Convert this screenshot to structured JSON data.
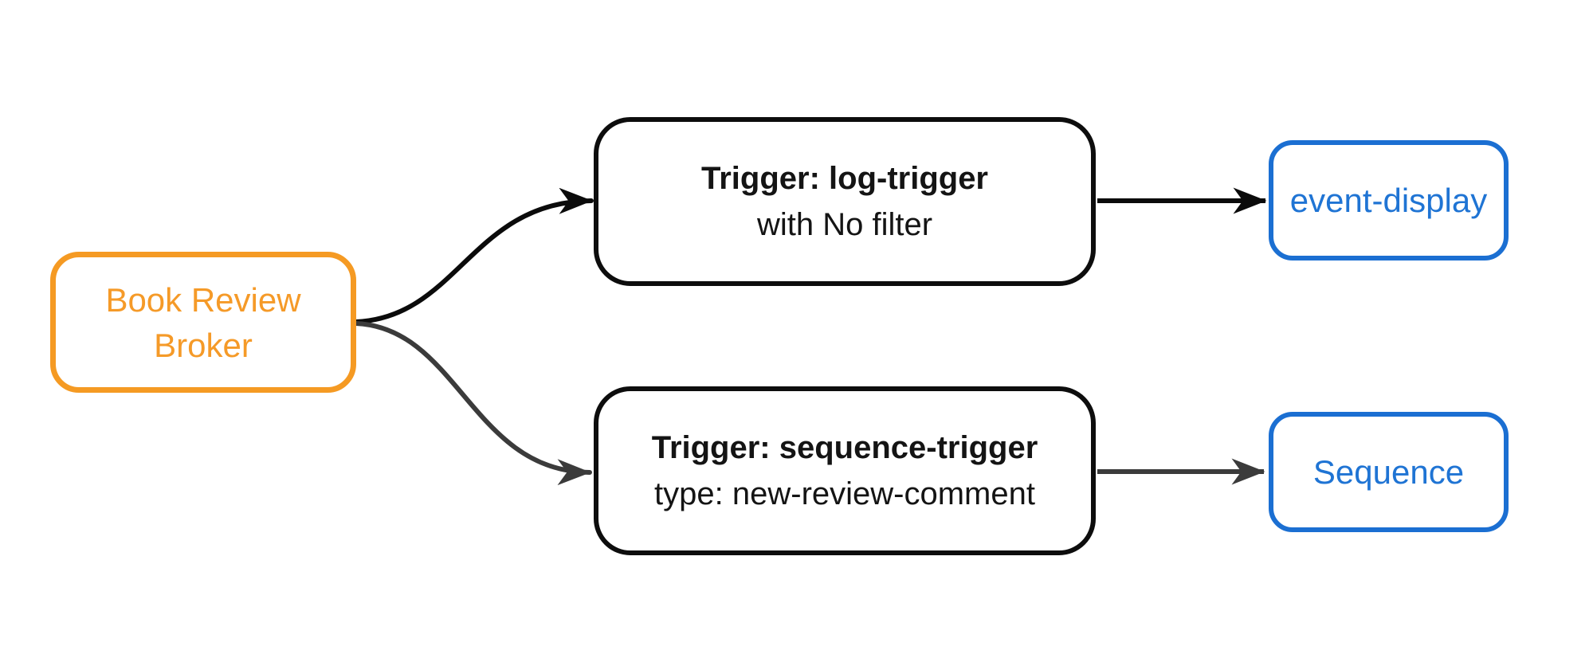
{
  "diagram": {
    "type": "flowchart",
    "background_color": "#ffffff",
    "nodes": {
      "broker": {
        "label_lines": [
          "Book Review",
          "Broker"
        ],
        "accent_color": "#f59a23"
      },
      "trigger_log": {
        "title": "Trigger: log-trigger",
        "subtitle": "with No filter",
        "border_color": "#0d0d0d",
        "text_color": "#141414"
      },
      "trigger_sequence": {
        "title": "Trigger: sequence-trigger",
        "subtitle": "type: new-review-comment",
        "border_color": "#0d0d0d",
        "text_color": "#141414"
      },
      "event_display": {
        "label": "event-display",
        "accent_color": "#1b6fd2"
      },
      "sequence": {
        "label": "Sequence",
        "accent_color": "#1b6fd2"
      }
    },
    "edges": [
      {
        "from": "broker",
        "to": "trigger_log",
        "color": "#0b0b0b"
      },
      {
        "from": "broker",
        "to": "trigger_sequence",
        "color": "#3b3b3b"
      },
      {
        "from": "trigger_log",
        "to": "event_display",
        "color": "#0b0b0b"
      },
      {
        "from": "trigger_sequence",
        "to": "sequence",
        "color": "#3b3b3b"
      }
    ]
  }
}
